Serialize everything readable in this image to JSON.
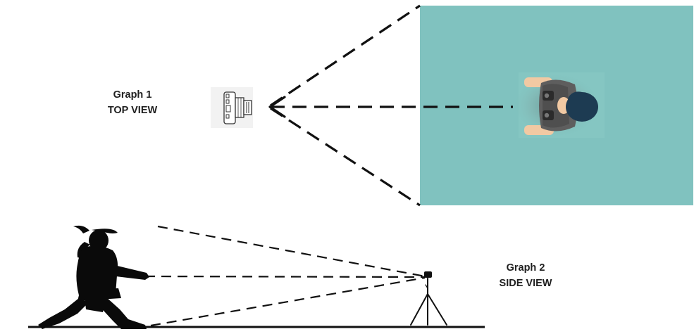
{
  "graph1": {
    "title": "Graph 1",
    "subtitle": "TOP VIEW"
  },
  "graph2": {
    "title": "Graph 2",
    "subtitle": "SIDE VIEW"
  },
  "colors": {
    "floor": "#80c2bf",
    "silhouette": "#0a0a0a",
    "hair": "#1d3b52",
    "shirt": "#5a5a5a",
    "skin": "#f1c9a3",
    "dash": "#111111"
  },
  "icons": {
    "top_camera": "camera-top-view-icon",
    "tripod_camera": "tripod-camera-icon",
    "person_top": "person-top-view-icon",
    "person_side": "martial-artist-silhouette-icon"
  }
}
